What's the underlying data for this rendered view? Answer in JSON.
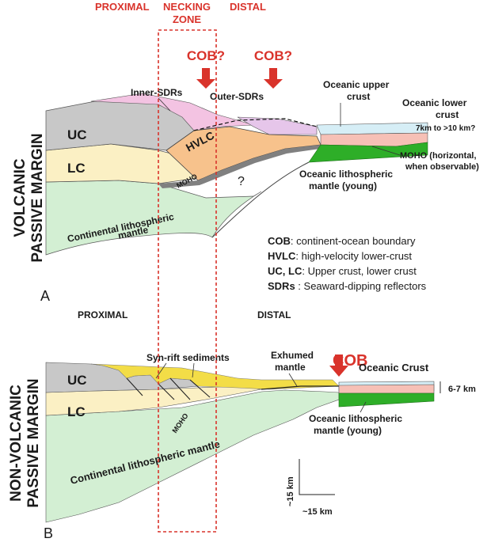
{
  "top_headers": {
    "proximal": "PROXIMAL",
    "necking_line1": "NECKING",
    "necking_line2": "ZONE",
    "distal": "DISTAL"
  },
  "panel_a": {
    "side_label_line1": "VOLCANIC",
    "side_label_line2": "PASSIVE MARGIN",
    "letter": "A",
    "cob_q1": "COB?",
    "cob_q2": "COB?",
    "inner_sdrs": "Inner-SDRs",
    "outer_sdrs": "Outer-SDRs",
    "uc": "UC",
    "lc": "LC",
    "hvlc": "HVLC",
    "moho": "MOHO",
    "question": "?",
    "oceanic_upper_crust_1": "Oceanic upper",
    "oceanic_upper_crust_2": "crust",
    "oceanic_lower_crust_1": "Oceanic lower",
    "oceanic_lower_crust_2": "crust",
    "oceanic_lower_crust_3": "7km to >10 km?",
    "moho_horizontal_1": "MOHO (horizontal,",
    "moho_horizontal_2": "when observable)",
    "oceanic_mantle_1": "Oceanic lithospheric",
    "oceanic_mantle_2": "mantle (young)",
    "continental_mantle_1": "Continental lithospheric",
    "continental_mantle_2": "mantle"
  },
  "legend": [
    {
      "term": "COB",
      "desc": ": continent-ocean boundary"
    },
    {
      "term": "HVLC",
      "desc": ": high-velocity lower-crust"
    },
    {
      "term": "UC, LC",
      "desc": ": Upper crust, lower crust"
    },
    {
      "term": "SDRs",
      "desc": " : Seaward-dipping reflectors"
    }
  ],
  "panel_b": {
    "side_label_line1": "NON-VOLCANIC",
    "side_label_line2": "PASSIVE MARGIN",
    "letter": "B",
    "proximal": "PROXIMAL",
    "distal": "DISTAL",
    "cob": "COB",
    "syn_rift": "Syn-rift sediments",
    "exhumed_1": "Exhumed",
    "exhumed_2": "mantle",
    "oceanic_crust": "Oceanic Crust",
    "thickness": "6-7 km",
    "uc": "UC",
    "lc": "LC",
    "moho": "MOHO",
    "continental_mantle": "Continental lithospheric mantle",
    "oceanic_mantle_1": "Oceanic lithospheric",
    "oceanic_mantle_2": "mantle (young)"
  },
  "scale": {
    "vertical": "~15 km",
    "horizontal": "~15 km"
  },
  "colors": {
    "accent_red": "#d9332b",
    "upper_crust": "#c8c8c8",
    "lower_crust": "#fbf0c4",
    "mantle": "#d3efd3",
    "hvlc": "#f7c28c",
    "sdrs": "#f3c3e2",
    "oceanic_upper": "#d6eef6",
    "oceanic_lower": "#f6c0b6",
    "oceanic_mantle": "#2eae28",
    "sediment": "#f3dd47"
  }
}
